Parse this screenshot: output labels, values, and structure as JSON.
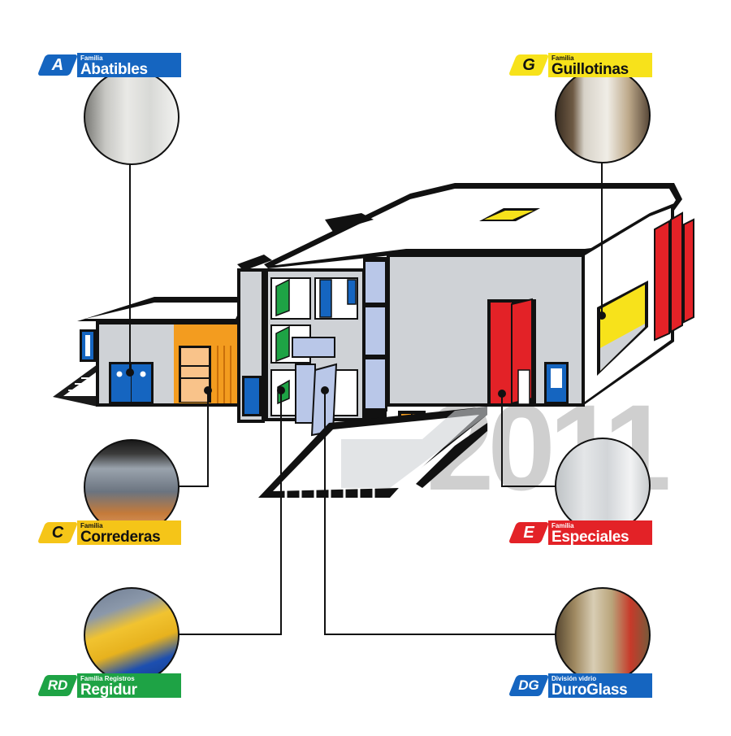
{
  "year": "2011",
  "families": [
    {
      "id": "A",
      "badge": "A",
      "small": "Familia",
      "name": "Abatibles",
      "color": "#1565c0",
      "text": "#ffffff"
    },
    {
      "id": "G",
      "badge": "G",
      "small": "Familia",
      "name": "Guillotinas",
      "color": "#f7e21b",
      "text": "#111111"
    },
    {
      "id": "C",
      "badge": "C",
      "small": "Familia",
      "name": "Correderas",
      "color": "#f5c518",
      "text": "#111111"
    },
    {
      "id": "E",
      "badge": "E",
      "small": "Familia",
      "name": "Especiales",
      "color": "#e32227",
      "text": "#ffffff"
    },
    {
      "id": "RD",
      "badge": "RD",
      "small": "Familia Registros",
      "name": "Regidur",
      "color": "#1ea345",
      "text": "#ffffff"
    },
    {
      "id": "DG",
      "badge": "DG",
      "small": "División vidrio",
      "name": "DuroGlass",
      "color": "#1565c0",
      "text": "#ffffff"
    }
  ]
}
